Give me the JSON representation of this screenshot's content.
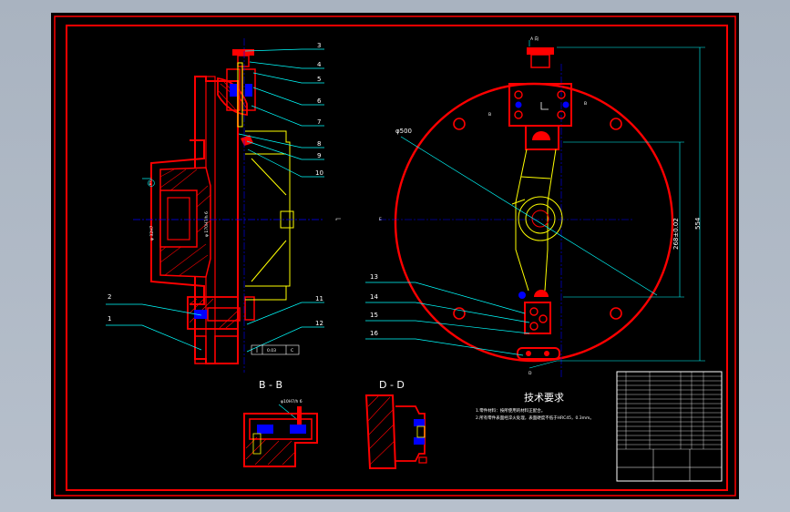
{
  "colors": {
    "frame": "#ff0000",
    "part": "#ff0000",
    "leader": "#00ffff",
    "center": "#0000ff",
    "outline": "#ffff00",
    "text": "#ffffff",
    "table_line": "#ffffff",
    "table_text": "#00ff00",
    "background": "#000000",
    "chrome": "#b0b9c5"
  },
  "callouts_left": [
    "3",
    "4",
    "5",
    "6",
    "7",
    "8",
    "9",
    "10",
    "11",
    "12"
  ],
  "callouts_right": [
    "13",
    "14",
    "15",
    "16"
  ],
  "callouts_misc": [
    "2",
    "1"
  ],
  "section_bb": "B - B",
  "section_dd": "D - D",
  "fit_bb": "φ10H7/h 6",
  "fit_left_1": "φ 32H7",
  "fit_left_2": "φ 170H7/h 6",
  "tolerance": "0.03",
  "tolerance_ref": "C",
  "datum_left": "E",
  "diameter": "φ500",
  "dim_1": "268±0.02",
  "dim_2": "554",
  "mark_top": "A 向",
  "mark_b": "B",
  "mark_d": "D",
  "mark_e": "E",
  "tech_title": "技术要求",
  "tech_line1": "1.零件材料：按所使用的材料正配合。",
  "tech_line2": "2.所有零件表面经淬火处理，表面硬度不低于HRC45，0.3mm。"
}
